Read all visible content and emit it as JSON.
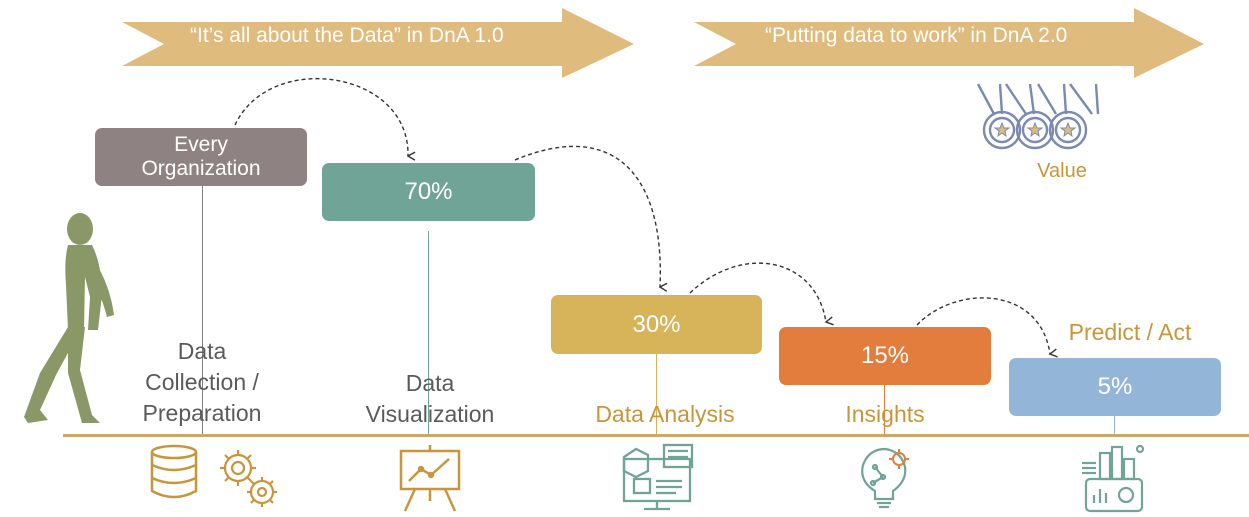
{
  "banners": [
    {
      "text": "“It’s all about the Data” in DnA 1.0"
    },
    {
      "text": "“Putting data to work” in DnA 2.0"
    }
  ],
  "boxes": [
    {
      "label_line1": "Every",
      "label_line2": "Organization",
      "color": "#8f8282"
    },
    {
      "label": "70%",
      "color": "#70a496"
    },
    {
      "label": "30%",
      "color": "#d7b35a"
    },
    {
      "label": "15%",
      "color": "#e27d3e"
    },
    {
      "label": "5%",
      "color": "#93b6d8"
    }
  ],
  "stages": [
    {
      "line1": "Data",
      "line2": "Collection /",
      "line3": "Preparation",
      "color": "#5a5a5a"
    },
    {
      "line1": "Data",
      "line2": "Visualization",
      "color": "#5a5a5a"
    },
    {
      "line1": "Data Analysis",
      "color": "#c8963a"
    },
    {
      "line1": "Insights",
      "color": "#c8963a"
    },
    {
      "line1": "Predict / Act",
      "color": "#c8963a"
    }
  ],
  "value_label": "Value",
  "colors": {
    "banner": "#dfbb7d",
    "ground": "#c9a86a",
    "figure": "#8a9868",
    "icon": "#c8963a",
    "medal": "#7a8ab0"
  },
  "icons": [
    "walking-person",
    "database-icon",
    "gears-icon",
    "presentation-chart-icon",
    "dashboard-monitor-icon",
    "idea-bulb-icon",
    "smart-city-phone-icon",
    "medals-icon"
  ]
}
